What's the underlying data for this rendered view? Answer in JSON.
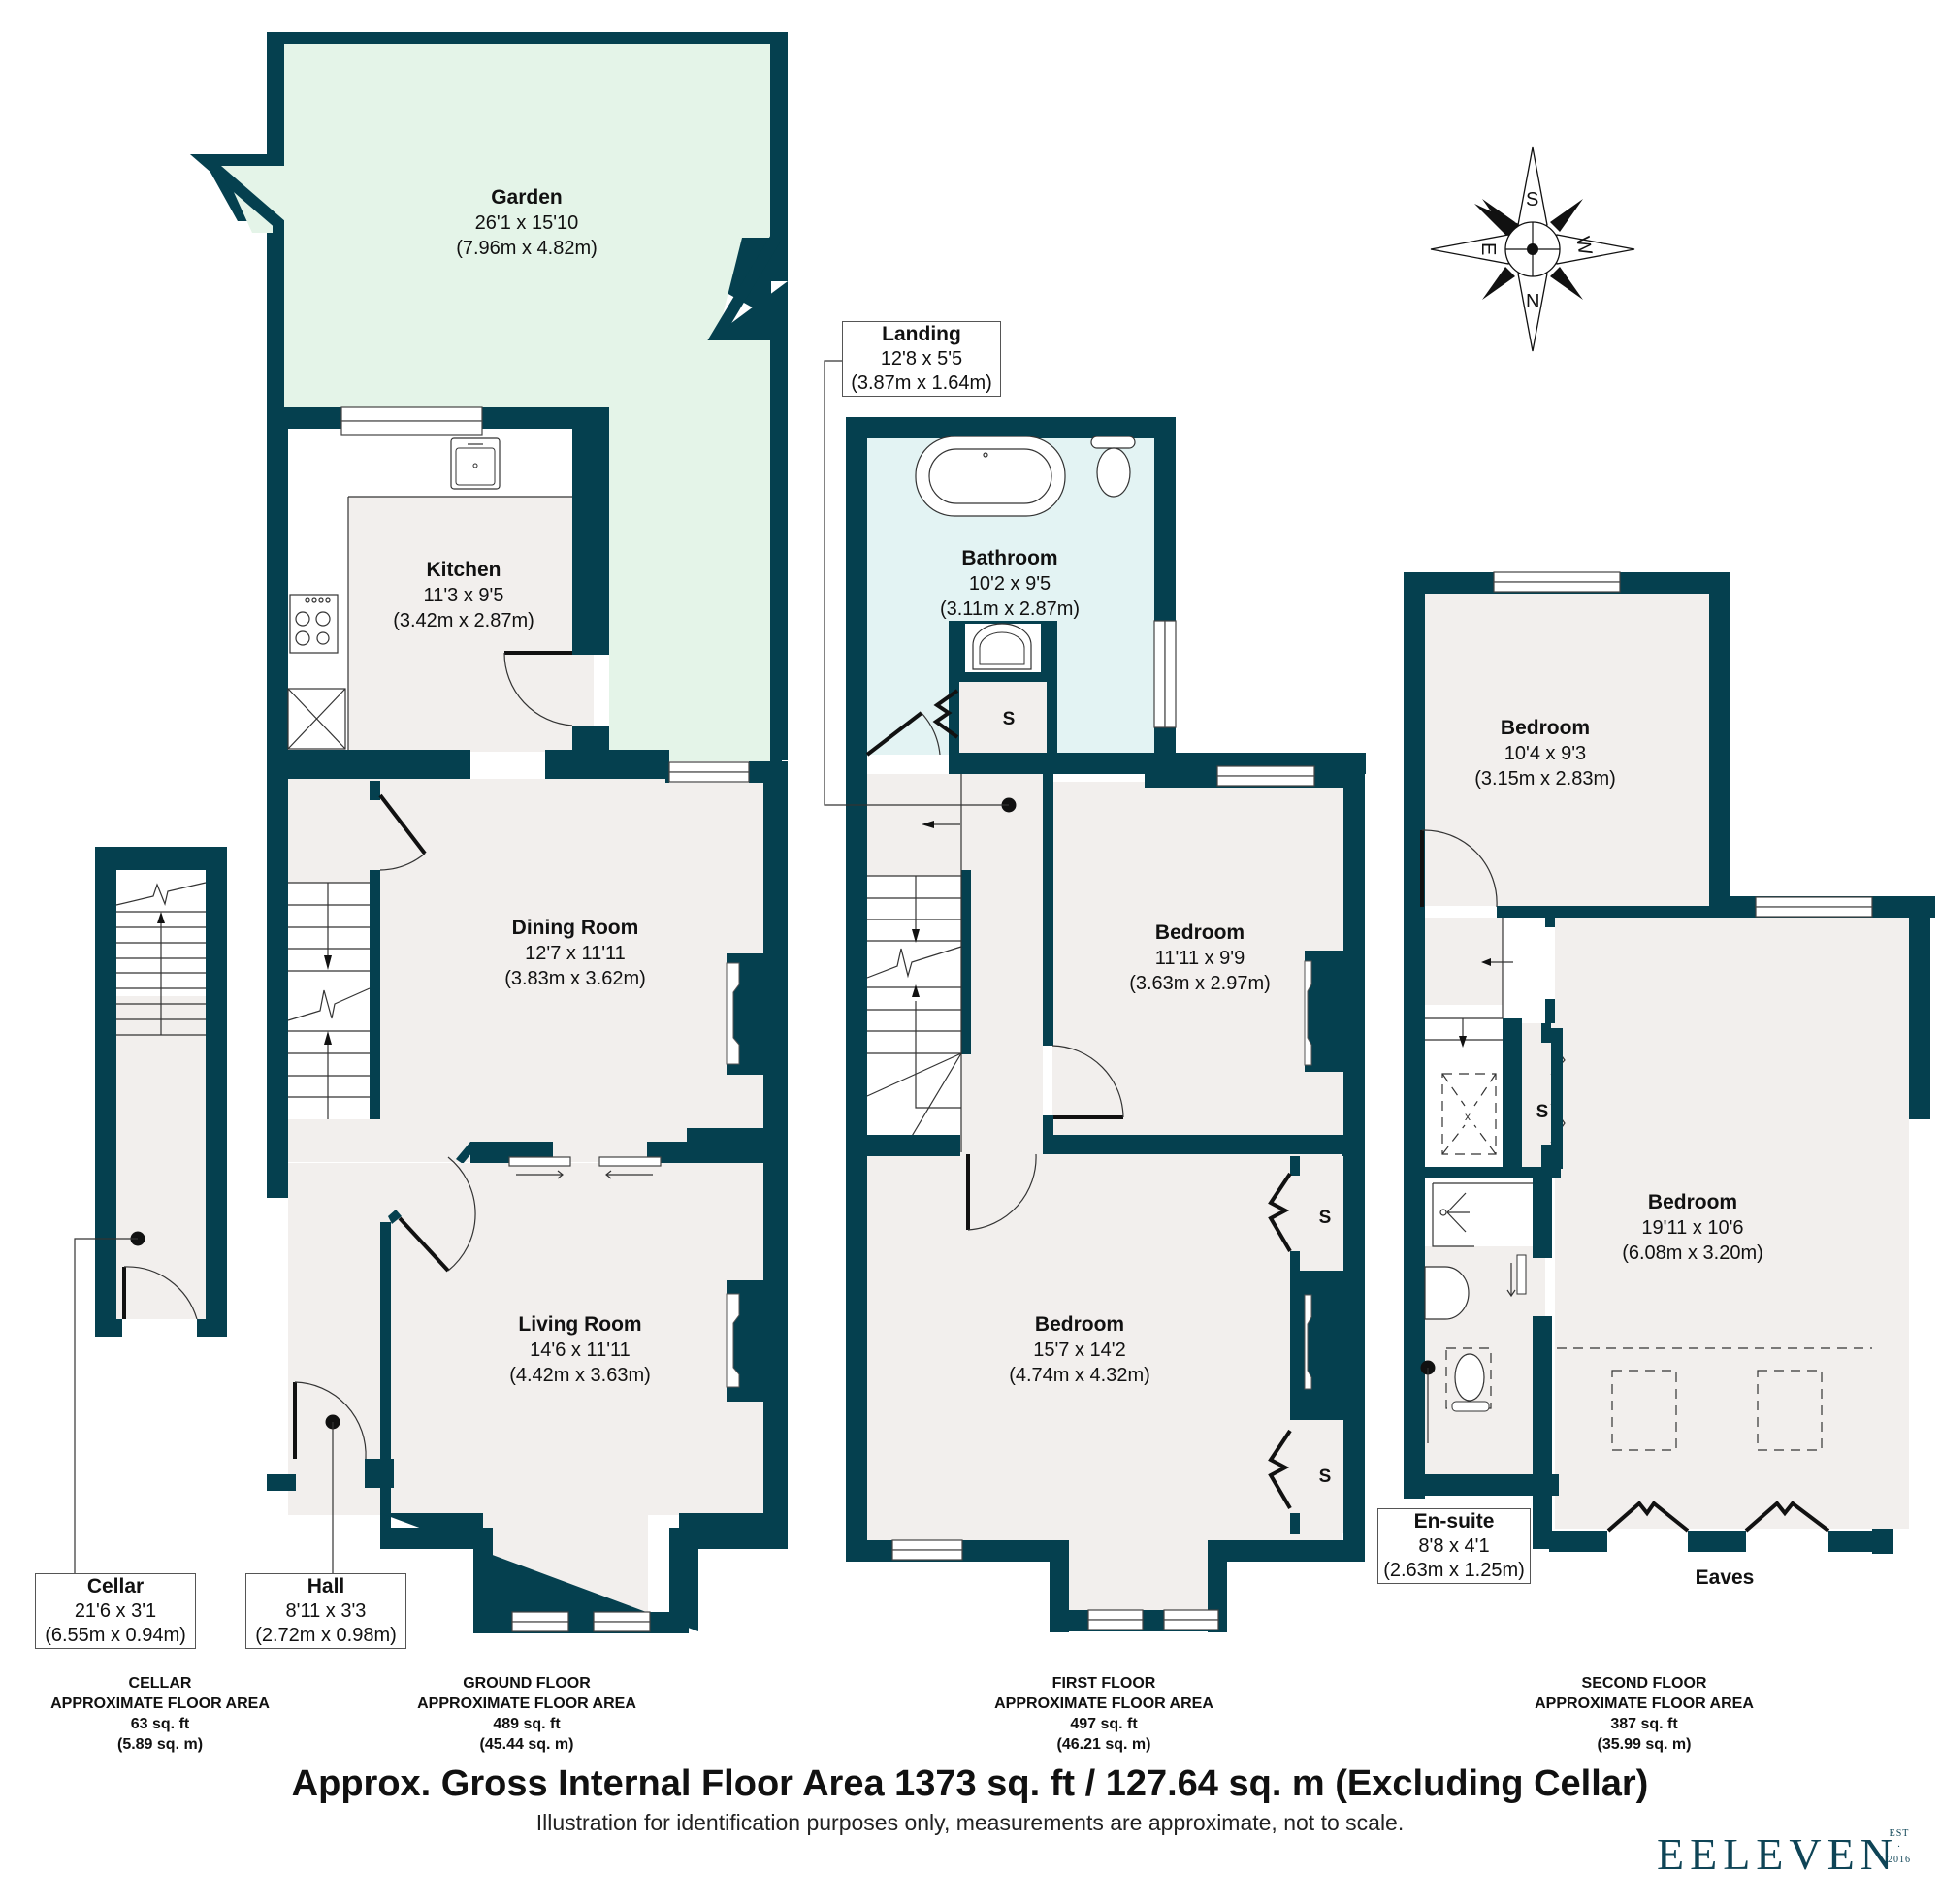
{
  "colors": {
    "wall": "#05404f",
    "floor": "#f2efed",
    "garden": "#e4f4e8",
    "bathroom": "#e3f3f3",
    "brand": "#0e4456"
  },
  "compass": {
    "icon": "compass-rose-icon",
    "top": "S",
    "bottom": "N",
    "left": "E",
    "right": "W"
  },
  "rooms": {
    "garden": {
      "name": "Garden",
      "imperial": "26'1 x 15'10",
      "metric": "(7.96m x 4.82m)"
    },
    "kitchen": {
      "name": "Kitchen",
      "imperial": "11'3 x 9'5",
      "metric": "(3.42m x 2.87m)"
    },
    "dining": {
      "name": "Dining Room",
      "imperial": "12'7 x 11'11",
      "metric": "(3.83m x 3.62m)"
    },
    "living": {
      "name": "Living Room",
      "imperial": "14'6 x 11'11",
      "metric": "(4.42m x 3.63m)"
    },
    "hall": {
      "name": "Hall",
      "imperial": "8'11 x 3'3",
      "metric": "(2.72m x 0.98m)"
    },
    "cellar": {
      "name": "Cellar",
      "imperial": "21'6 x 3'1",
      "metric": "(6.55m x 0.94m)"
    },
    "landing": {
      "name": "Landing",
      "imperial": "12'8 x 5'5",
      "metric": "(3.87m x 1.64m)"
    },
    "bathroom": {
      "name": "Bathroom",
      "imperial": "10'2 x 9'5",
      "metric": "(3.11m x 2.87m)"
    },
    "bedroom1": {
      "name": "Bedroom",
      "imperial": "11'11 x 9'9",
      "metric": "(3.63m x 2.97m)"
    },
    "bedroom2": {
      "name": "Bedroom",
      "imperial": "15'7 x 14'2",
      "metric": "(4.74m x 4.32m)"
    },
    "bedroom3": {
      "name": "Bedroom",
      "imperial": "10'4 x 9'3",
      "metric": "(3.15m x 2.83m)"
    },
    "bedroom4": {
      "name": "Bedroom",
      "imperial": "19'11 x 10'6",
      "metric": "(6.08m x 3.20m)"
    },
    "ensuite": {
      "name": "En-suite",
      "imperial": "8'8 x 4'1",
      "metric": "(2.63m x 1.25m)"
    }
  },
  "storage_label": "S",
  "eaves_label": "Eaves",
  "floors": [
    {
      "name": "CELLAR",
      "subtitle": "APPROXIMATE FLOOR AREA",
      "sqft": "63 sq. ft",
      "sqm": "(5.89 sq. m)"
    },
    {
      "name": "GROUND FLOOR",
      "subtitle": "APPROXIMATE FLOOR AREA",
      "sqft": "489 sq. ft",
      "sqm": "(45.44 sq. m)"
    },
    {
      "name": "FIRST FLOOR",
      "subtitle": "APPROXIMATE FLOOR AREA",
      "sqft": "497 sq. ft",
      "sqm": "(46.21 sq. m)"
    },
    {
      "name": "SECOND FLOOR",
      "subtitle": "APPROXIMATE FLOOR AREA",
      "sqft": "387 sq. ft",
      "sqm": "(35.99 sq. m)"
    }
  ],
  "footer": {
    "gross_area": "Approx. Gross Internal Floor Area 1373 sq. ft / 127.64 sq. m (Excluding Cellar)",
    "disclaimer": "Illustration for identification purposes only, measurements are approximate, not to scale."
  },
  "brand": {
    "name": "EELEVEN",
    "est": "EST",
    "dot": "·",
    "year": "2016"
  }
}
